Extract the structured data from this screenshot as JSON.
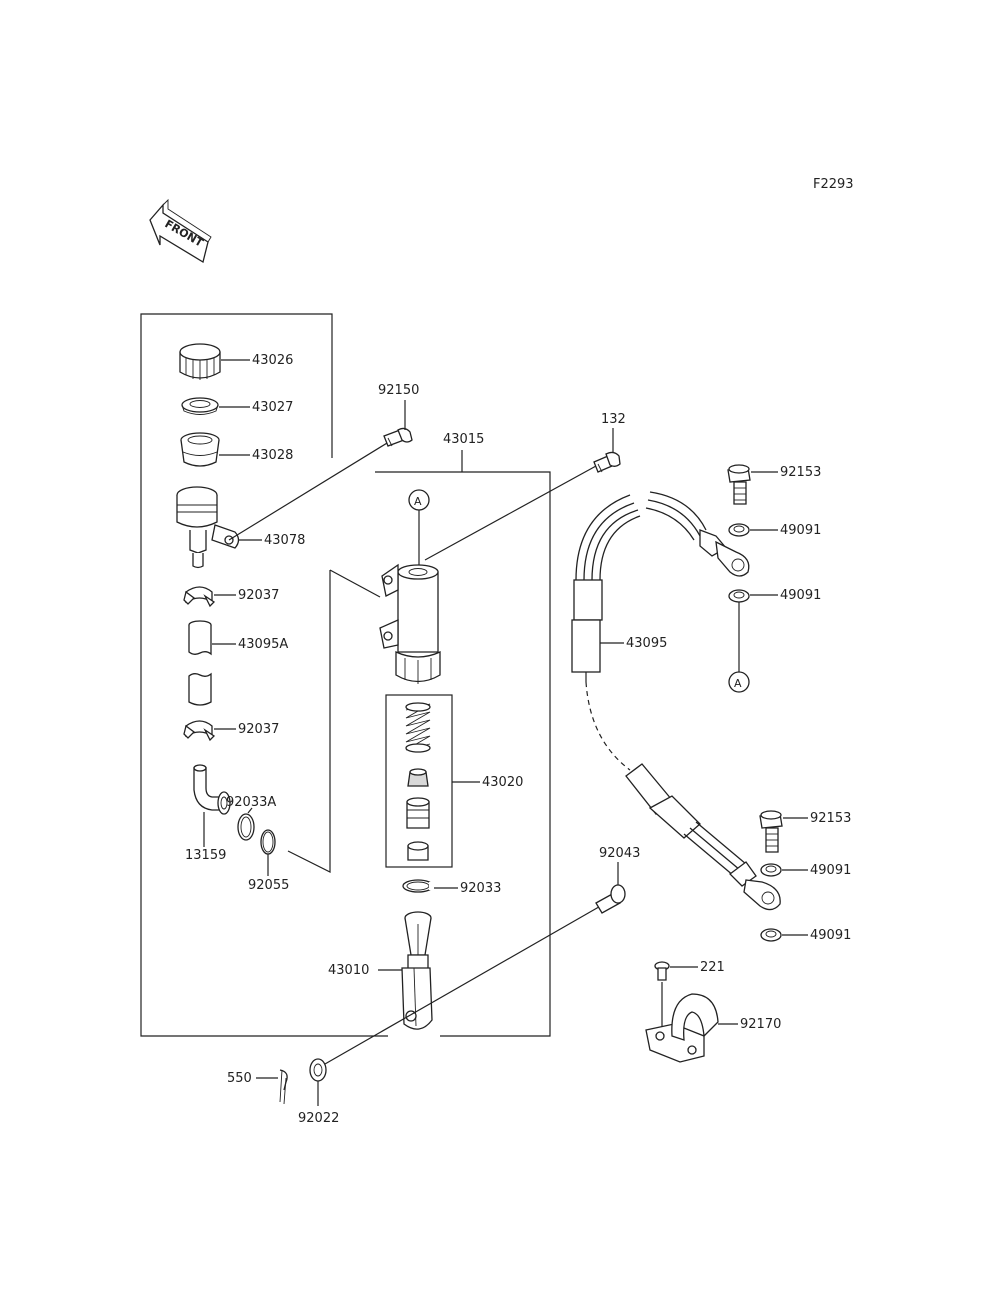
{
  "figure_code": "F2293",
  "front_label": "FRONT",
  "ref_marker": "A",
  "labels": {
    "p43026": "43026",
    "p43027": "43027",
    "p43028": "43028",
    "p43078": "43078",
    "p92037_top": "92037",
    "p43095A": "43095A",
    "p92037_bottom": "92037",
    "p92033A": "92033A",
    "p13159": "13159",
    "p92055": "92055",
    "p92150": "92150",
    "p43015": "43015",
    "p132": "132",
    "p43020": "43020",
    "p92033": "92033",
    "p43010": "43010",
    "p92043": "92043",
    "p550": "550",
    "p92022": "92022",
    "p92153_top": "92153",
    "p49091_1": "49091",
    "p49091_2": "49091",
    "p43095": "43095",
    "p92153_bottom": "92153",
    "p49091_3": "49091",
    "p49091_4": "49091",
    "p221": "221",
    "p92170": "92170"
  }
}
